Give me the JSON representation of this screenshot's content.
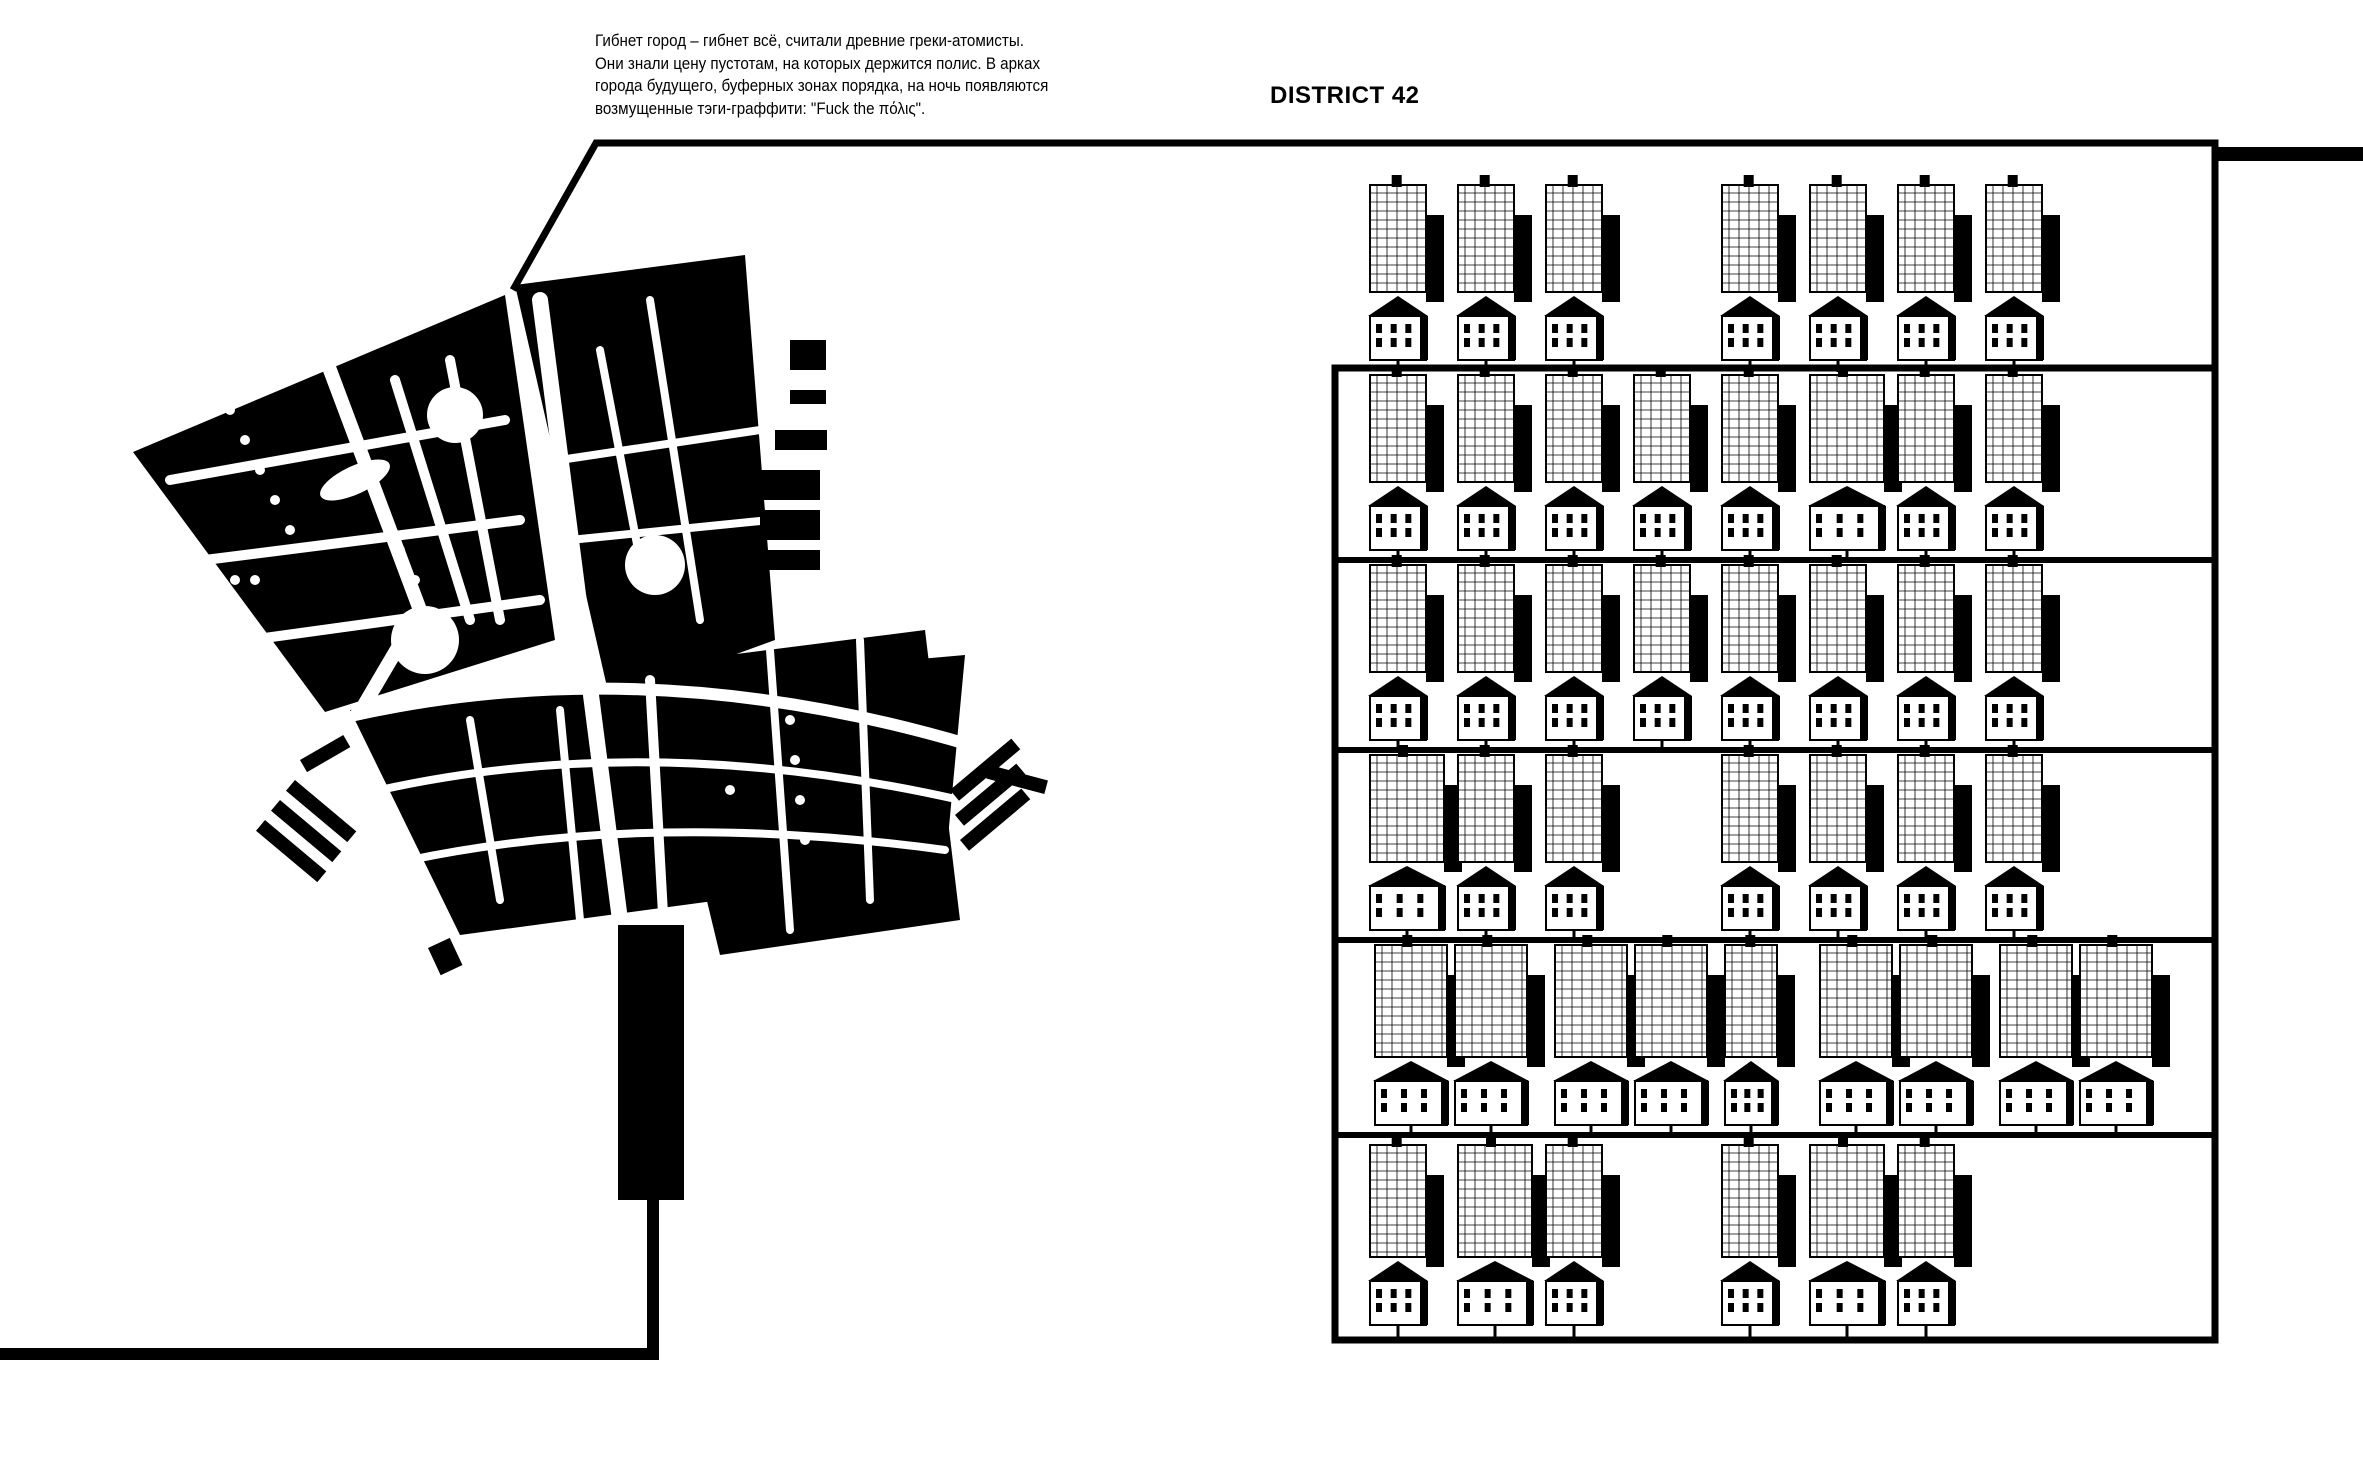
{
  "intro": {
    "lines": [
      "Гибнет город – гибнет всё, считали древние греки-атомисты.",
      "Они знали цену пустотам, на которых держится полис. В арках",
      "города будущего, буферных зонах порядка, на ночь появляются",
      "возмущенные тэги-граффити: \"Fuck the πόλις\"."
    ]
  },
  "title": "DISTRICT 42",
  "colors": {
    "ink": "#000000",
    "paper": "#ffffff"
  },
  "catalog": {
    "rows": [
      [
        "tower",
        "tower",
        "tower",
        "empty",
        "tower",
        "tower",
        "tower",
        "tower"
      ],
      [
        "tower",
        "tower",
        "tower",
        "tower",
        "tower",
        "wide",
        "tower",
        "tower"
      ],
      [
        "tower",
        "tower",
        "tower",
        "tower",
        "tower",
        "tower",
        "tower",
        "tower"
      ],
      [
        "wide",
        "tower",
        "tower",
        "empty",
        "tower",
        "tower",
        "tower",
        "tower"
      ],
      [
        "wide",
        "wide",
        "tower",
        "wide",
        "wide"
      ],
      [
        "tower",
        "wide",
        "tower",
        "empty",
        "tower",
        "wide",
        "tower"
      ]
    ]
  }
}
